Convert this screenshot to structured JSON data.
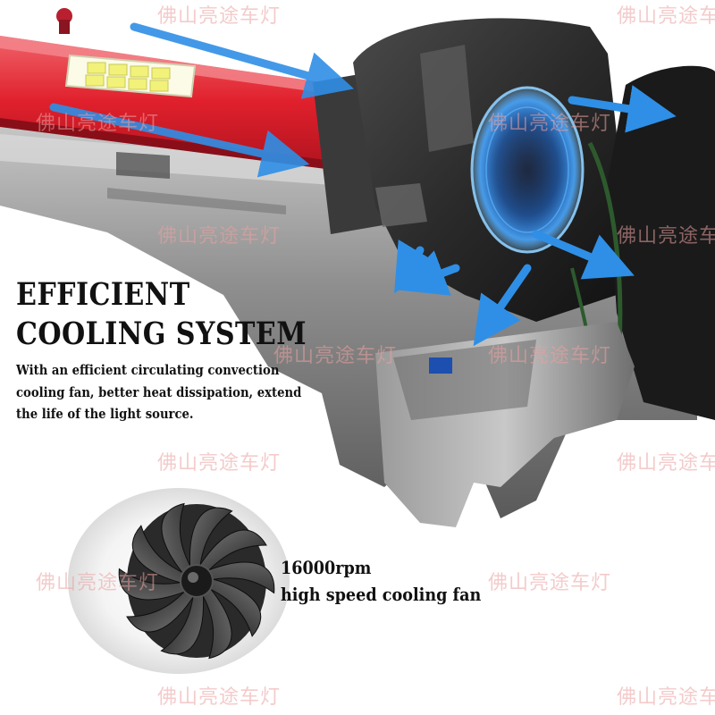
{
  "headline": {
    "line1": "EFFICIENT",
    "line2": "COOLING SYSTEM"
  },
  "description": {
    "line1": "With an efficient circulating convection",
    "line2": "cooling fan, better heat dissipation, extend",
    "line3": "the life of the light source."
  },
  "fan": {
    "speed": "16000rpm",
    "label": "high speed cooling fan"
  },
  "watermark": "佛山亮途车灯",
  "colors": {
    "heatsink_red": "#e0202c",
    "body_gray": "#8e8e8e",
    "airflow_blue": "#2f8fe6",
    "fan_glow": "#1c6fe0",
    "text": "#111111"
  }
}
